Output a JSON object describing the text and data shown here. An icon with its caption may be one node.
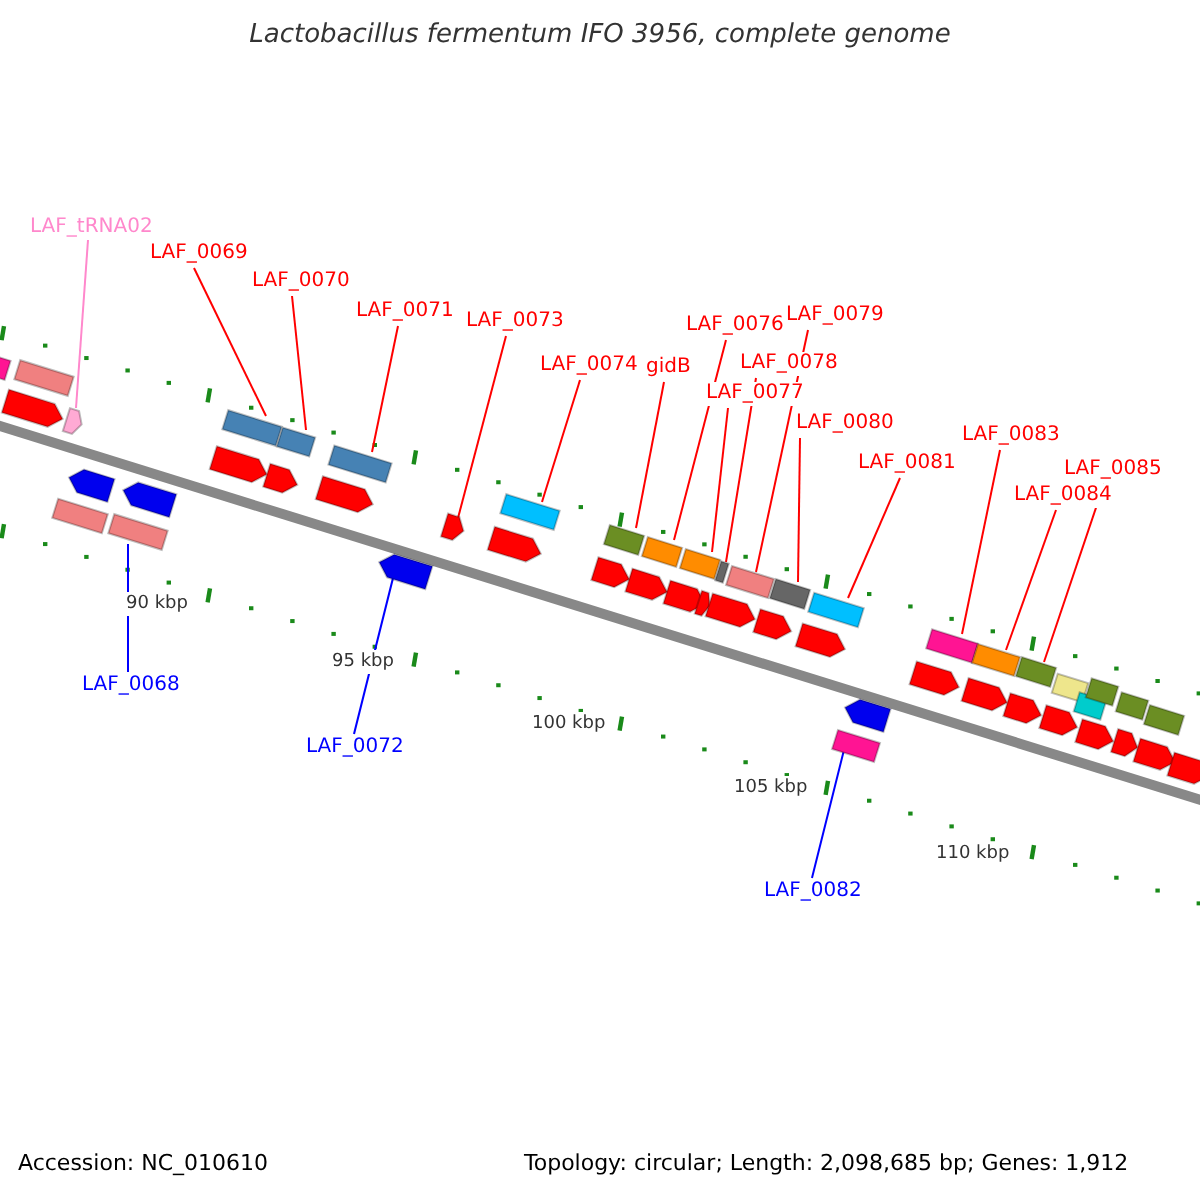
{
  "diagram": {
    "title": "Lactobacillus fermentum IFO 3956, complete genome",
    "nodes": [
      {
        "text": [
          "LAF_tRNA02"
        ]
      },
      {
        "text": [
          "LAF_0069"
        ]
      },
      {
        "text": [
          "LAF_0070"
        ]
      },
      {
        "text": [
          "LAF_0071"
        ]
      },
      {
        "text": [
          "LAF_0073"
        ]
      },
      {
        "text": [
          "LAF_0074"
        ]
      },
      {
        "text": [
          "gidB"
        ]
      },
      {
        "text": [
          "LAF_0076"
        ]
      },
      {
        "text": [
          "LAF_0077"
        ]
      },
      {
        "text": [
          "LAF_0078"
        ]
      },
      {
        "text": [
          "LAF_0079"
        ]
      },
      {
        "text": [
          "LAF_0080"
        ]
      },
      {
        "text": [
          "LAF_0081"
        ]
      },
      {
        "text": [
          "LAF_0083"
        ]
      },
      {
        "text": [
          "LAF_0084"
        ]
      },
      {
        "text": [
          "LAF_0085"
        ]
      },
      {
        "text": [
          "LAF_0068"
        ]
      },
      {
        "text": [
          "LAF_0072"
        ]
      },
      {
        "text": [
          "LAF_0082"
        ]
      },
      {
        "text": [],
        "shape": "arrow"
      },
      {
        "text": [],
        "shape": "box"
      },
      {
        "text": [],
        "shape": "box"
      },
      {
        "text": [],
        "shape": "box"
      },
      {
        "text": [],
        "shape": "arrow"
      },
      {
        "text": [],
        "shape": "box"
      },
      {
        "text": [],
        "shape": "box"
      },
      {
        "text": [],
        "shape": "box"
      },
      {
        "text": [],
        "shape": "box"
      },
      {
        "text": [],
        "shape": "box"
      },
      {
        "text": [],
        "shape": "box"
      },
      {
        "text": [],
        "shape": "box"
      },
      {
        "text": [],
        "shape": "box"
      },
      {
        "text": [],
        "shape": "box"
      },
      {
        "text": [],
        "shape": "box"
      },
      {
        "text": [],
        "shape": "box"
      },
      {
        "text": [],
        "shape": "box"
      },
      {
        "text": [],
        "shape": "arrow"
      },
      {
        "text": [],
        "shape": "box"
      },
      {
        "text": [],
        "shape": "box"
      },
      {
        "text": [],
        "shape": "box"
      },
      {
        "text": [],
        "shape": "arrow"
      },
      {
        "text": [],
        "shape": "arrow"
      },
      {
        "text": [],
        "shape": "arrow"
      },
      {
        "text": [],
        "shape": "box"
      },
      {
        "text": [],
        "shape": "arrow"
      },
      {
        "text": [],
        "shape": "arrow"
      },
      {
        "text": [],
        "shape": "arrow"
      },
      {
        "text": [],
        "shape": "arrow"
      },
      {
        "text": [],
        "shape": "arrow"
      },
      {
        "text": [],
        "shape": "arrow"
      },
      {
        "text": [],
        "shape": "arrow"
      },
      {
        "text": [],
        "shape": "arrow"
      },
      {
        "text": [],
        "shape": "arrow"
      },
      {
        "text": [],
        "shape": "arrow"
      },
      {
        "text": [],
        "shape": "arrow"
      },
      {
        "text": [],
        "shape": "arrow"
      },
      {
        "text": [],
        "shape": "arrow"
      },
      {
        "text": [],
        "shape": "arrow"
      },
      {
        "text": [],
        "shape": "arrow"
      },
      {
        "text": [],
        "shape": "arrow"
      },
      {
        "text": [],
        "shape": "arrow"
      },
      {
        "text": [],
        "shape": "arrow"
      },
      {
        "text": [],
        "shape": "arrow"
      },
      {
        "text": [],
        "shape": "arrow"
      },
      {
        "text": [],
        "shape": "box"
      },
      {
        "text": [],
        "shape": "box"
      },
      {
        "text": [],
        "shape": "box"
      },
      {
        "text": [],
        "shape": "box"
      },
      {
        "text": [],
        "shape": "box"
      }
    ],
    "edges": [
      {
        "from": 0,
        "to": 19,
        "arrow": "none",
        "color": "#ff88cc"
      },
      {
        "from": 1,
        "to": 20,
        "arrow": "none"
      },
      {
        "from": 2,
        "to": 21,
        "arrow": "none"
      },
      {
        "from": 3,
        "to": 22,
        "arrow": "none"
      },
      {
        "from": 4,
        "to": 23,
        "arrow": "none"
      },
      {
        "from": 5,
        "to": 24,
        "arrow": "none"
      },
      {
        "from": 6,
        "to": 25,
        "arrow": "none"
      },
      {
        "from": 7,
        "to": 26,
        "arrow": "none"
      },
      {
        "from": 8,
        "to": 27,
        "arrow": "none"
      },
      {
        "from": 9,
        "to": 28,
        "arrow": "none"
      },
      {
        "from": 10,
        "to": 29,
        "arrow": "none"
      },
      {
        "from": 11,
        "to": 30,
        "arrow": "none"
      },
      {
        "from": 12,
        "to": 31,
        "arrow": "none"
      },
      {
        "from": 13,
        "to": 32,
        "arrow": "none"
      },
      {
        "from": 14,
        "to": 33,
        "arrow": "none"
      },
      {
        "from": 15,
        "to": 34,
        "arrow": "none"
      },
      {
        "from": 16,
        "to": 35,
        "arrow": "none",
        "color": "#0000ff"
      },
      {
        "from": 17,
        "to": 36,
        "arrow": "none",
        "color": "#0000ff"
      },
      {
        "from": 18,
        "to": 37,
        "arrow": "none",
        "color": "#0000ff"
      }
    ],
    "labels": [
      "90 kbp",
      "95 kbp",
      "100 kbp",
      "105 kbp",
      "110 kbp",
      "Accession: NC_010610",
      "Topology: circular; Length: 2,098,685 bp; Genes: 1,912"
    ]
  }
}
